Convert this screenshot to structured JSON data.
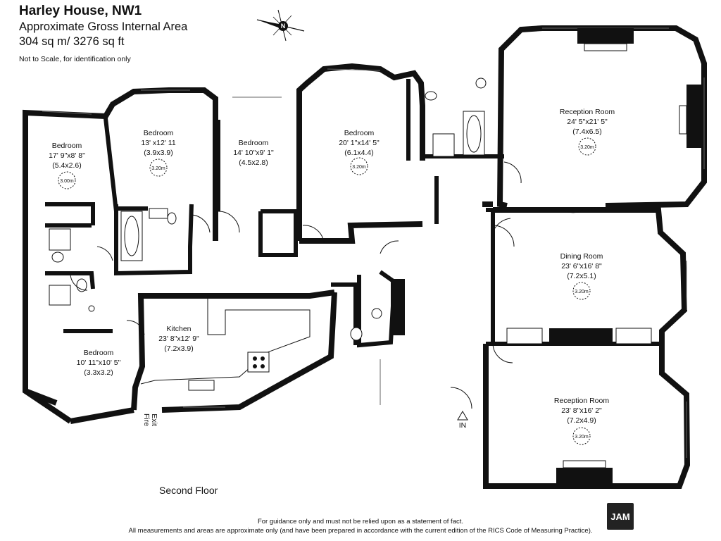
{
  "header": {
    "title": "Harley House, NW1",
    "area_label": "Approximate Gross Internal Area",
    "area_value": "304 sq m/ 3276 sq ft",
    "scale_note": "Not to Scale, for identification only"
  },
  "rooms": [
    {
      "name": "Bedroom",
      "dims": "17' 9\"x8' 8\"",
      "metric": "(5.4x2.6)",
      "height": "3.00m"
    },
    {
      "name": "Bedroom",
      "dims": "13' x12' 11",
      "metric": "(3.9x3.9)",
      "height": "3.20m"
    },
    {
      "name": "Bedroom",
      "dims": "14' 10\"x9' 1\"",
      "metric": "(4.5x2.8)",
      "height": ""
    },
    {
      "name": "Bedroom",
      "dims": "20' 1\"x14' 5\"",
      "metric": "(6.1x4.4)",
      "height": "3.20m"
    },
    {
      "name": "Reception Room",
      "dims": "24' 5\"x21' 5\"",
      "metric": "(7.4x6.5)",
      "height": "3.20m"
    },
    {
      "name": "Dining Room",
      "dims": "23' 6\"x16' 8\"",
      "metric": "(7.2x5.1)",
      "height": "3.20m"
    },
    {
      "name": "Kitchen",
      "dims": "23' 8\"x12' 9\"",
      "metric": "(7.2x3.9)",
      "height": ""
    },
    {
      "name": "Bedroom",
      "dims": "10' 11\"x10' 5\"",
      "metric": "(3.3x3.2)",
      "height": ""
    },
    {
      "name": "Reception Room",
      "dims": "23' 8\"x16' 2\"",
      "metric": "(7.2x4.9)",
      "height": "3.20m"
    }
  ],
  "labels": {
    "fire_exit_1": "Fire",
    "fire_exit_2": "Exit",
    "entrance": "IN",
    "compass_letter": "N",
    "floor": "Second Floor"
  },
  "footer": {
    "line1": "For guidance only and must not be relied upon as a statement of fact.",
    "line2": "All measurements and areas are approximate only (and have been prepared in accordance with the current edition of the RICS Code of Measuring Practice).",
    "logo": "JAM"
  }
}
